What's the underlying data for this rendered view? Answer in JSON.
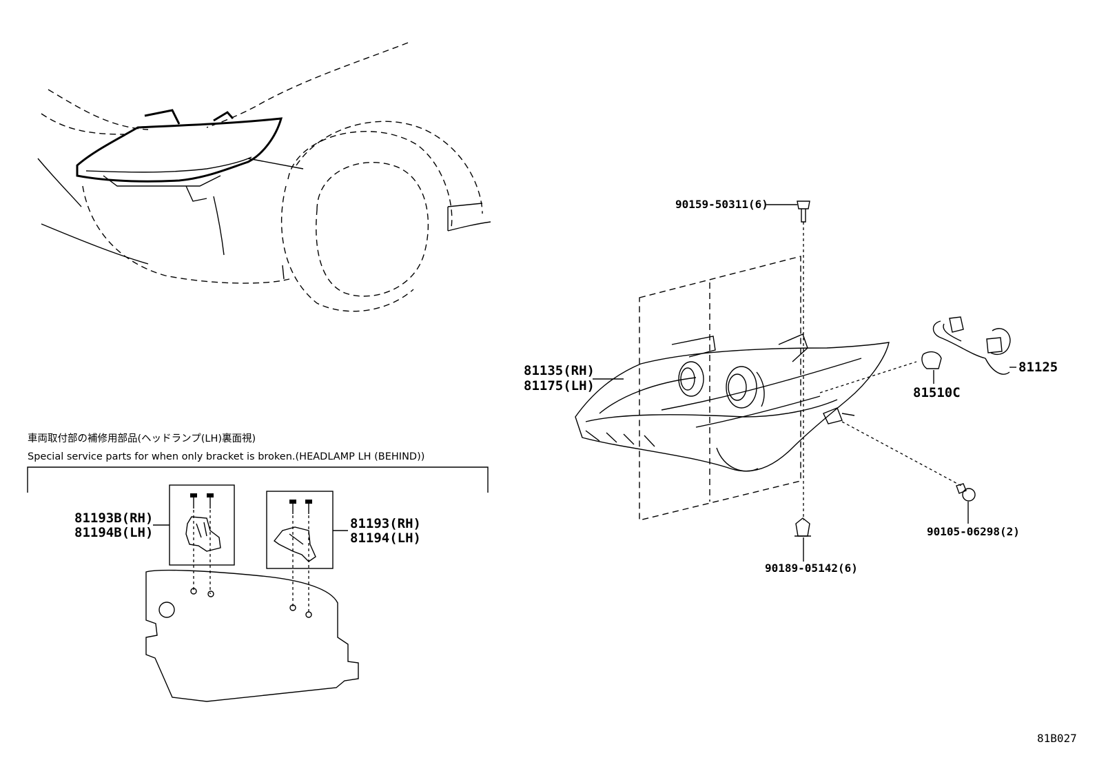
{
  "notes": {
    "jp": "車両取付部の補修用部品(ヘッドランプ(LH)裏面視)",
    "en": "Special service parts for when only bracket is broken.(HEADLAMP LH (BEHIND))"
  },
  "parts": {
    "headlamp_rh": "81135(RH)",
    "headlamp_lh": "81175(LH)",
    "screw_top": "90159-50311(6)",
    "clip_bottom": "90189-05142(6)",
    "bolt_right": "90105-06298(2)",
    "bulb": "81510C",
    "socket_wire": "81125",
    "bracket_b_rh": "81193B(RH)",
    "bracket_b_lh": "81194B(LH)",
    "bracket_rh": "81193(RH)",
    "bracket_lh": "81194(LH)"
  },
  "figure_id": "81B027"
}
